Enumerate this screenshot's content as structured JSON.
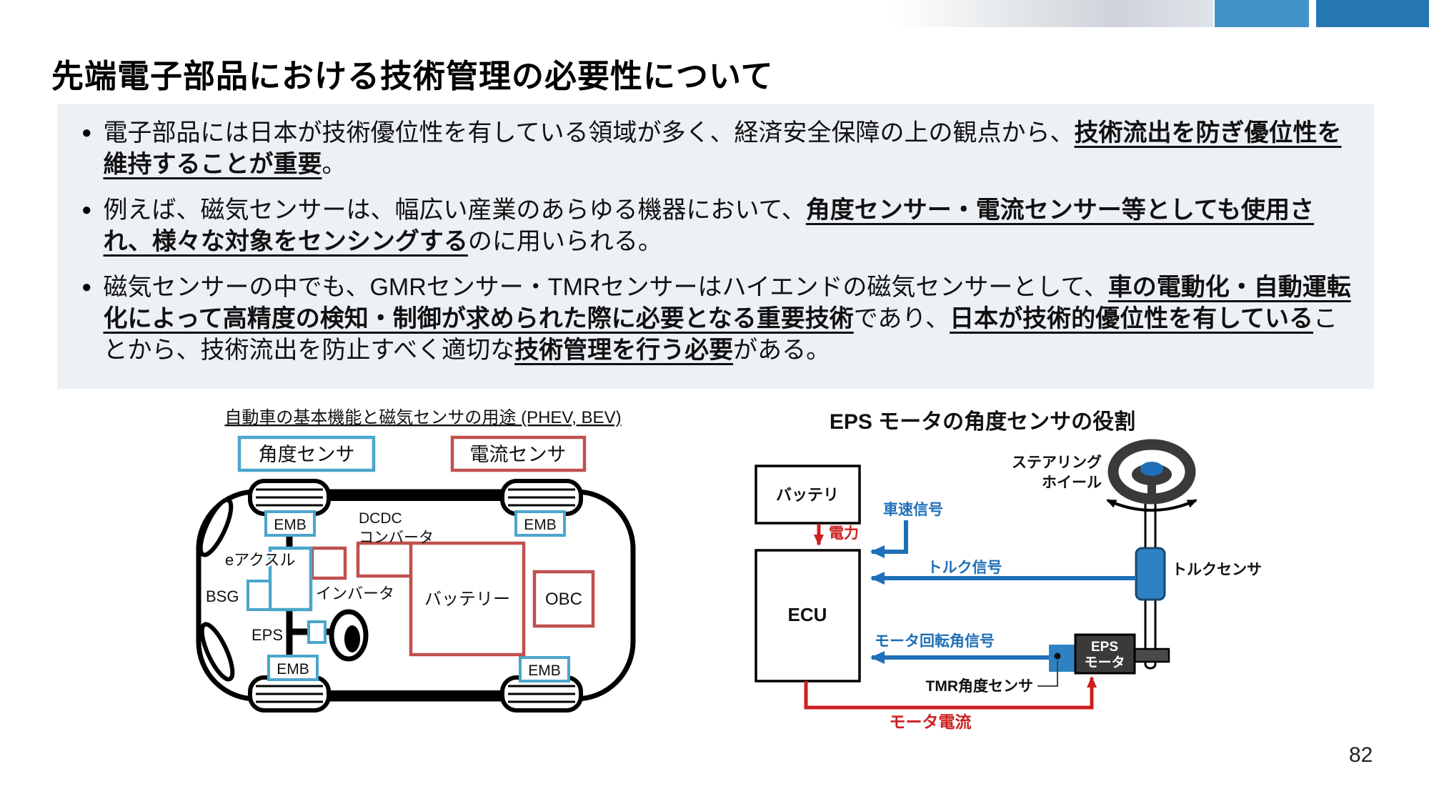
{
  "slide": {
    "title": "先端電子部品における技術管理の必要性について",
    "page_number": "82",
    "bullet_glyph": "●",
    "deco_colors": {
      "blue1": "#4293C8",
      "blue2": "#2577B1",
      "gradient_end": "#CDD3D9",
      "panel_gray": "#EDF1F5"
    }
  },
  "bullets": [
    {
      "segments": [
        {
          "t": "電子部品には日本が技術優位性を有している領域が多く、経済安全保障の上の観点から、",
          "b": false
        },
        {
          "t": "技術流出を防ぎ優位性を維持することが重要",
          "b": true
        },
        {
          "t": "。",
          "b": false
        }
      ]
    },
    {
      "segments": [
        {
          "t": "例えば、磁気センサーは、幅広い産業のあらゆる機器において、",
          "b": false
        },
        {
          "t": "角度センサー・電流センサー等としても使用され、様々な対象をセンシングする",
          "b": true
        },
        {
          "t": "のに用いられる。",
          "b": false
        }
      ]
    },
    {
      "segments": [
        {
          "t": "磁気センサーの中でも、GMRセンサー・TMRセンサーはハイエンドの磁気センサーとして、",
          "b": false
        },
        {
          "t": "車の電動化・自動運転化によって高精度の検知・制御が求められた際に必要となる重要技術",
          "b": true
        },
        {
          "t": "であり、",
          "b": false
        },
        {
          "t": "日本が技術的優位性を有している",
          "b": true
        },
        {
          "t": "ことから、技術流出を防止すべく適切な",
          "b": false
        },
        {
          "t": "技術管理を行う必要",
          "b": true
        },
        {
          "t": "がある。",
          "b": false
        }
      ]
    }
  ],
  "car_diagram": {
    "title": "自動車の基本機能と磁気センサの用途 (PHEV, BEV)",
    "legend": {
      "angle_sensor": "角度センサ",
      "current_sensor": "電流センサ"
    },
    "labels": {
      "emb": "EMB",
      "dcdc_line1": "DCDC",
      "dcdc_line2": "コンバータ",
      "e_axle": "eアクスル",
      "bsg": "BSG",
      "inverter": "インバータ",
      "eps": "EPS",
      "battery": "バッテリー",
      "obc": "OBC"
    },
    "colors": {
      "angle_blue": "#4BA6CC",
      "current_red": "#C0504D"
    }
  },
  "eps_diagram": {
    "title": "EPS モータの角度センサの役割",
    "labels": {
      "battery": "バッテリ",
      "ecu": "ECU",
      "power": "電力",
      "vehicle_speed_signal": "車速信号",
      "torque_signal": "トルク信号",
      "motor_angle_signal": "モータ回転角信号",
      "torque_sensor": "トルクセンサ",
      "steering_line1": "ステアリング",
      "steering_line2": "ホイール",
      "tmr_sensor": "TMR角度センサ",
      "eps_motor_line1": "EPS",
      "eps_motor_line2": "モータ",
      "motor_current": "モータ電流"
    },
    "colors": {
      "signal_blue": "#1F6FB8",
      "power_red": "#CC2020",
      "dark_gray": "#3A3A3A",
      "sensor_blue": "#2E82C4"
    }
  }
}
